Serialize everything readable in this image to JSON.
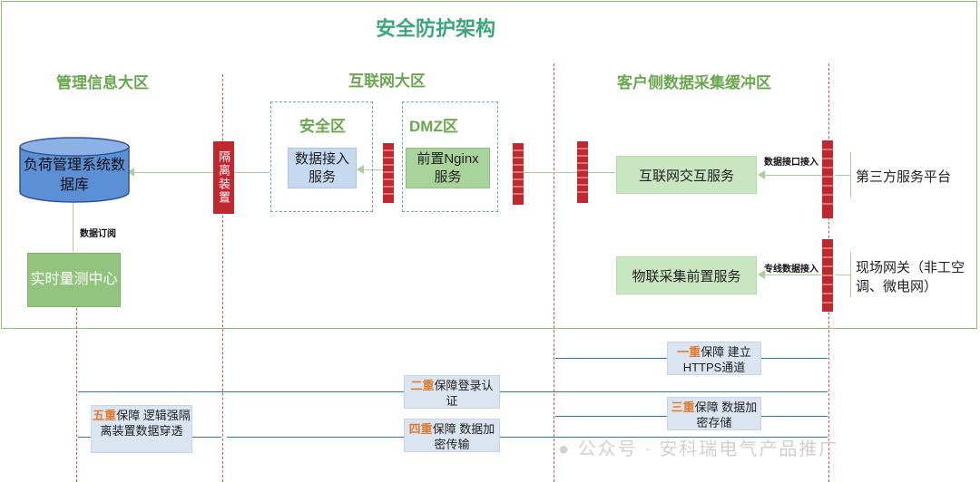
{
  "title": "安全防护架构",
  "zones": {
    "mgmt": "管理信息大区",
    "internet": "互联网大区",
    "buffer": "客户侧数据采集缓冲区"
  },
  "subzones": {
    "security": "安全区",
    "dmz": "DMZ区"
  },
  "nodes": {
    "database": "负荷管理系统数据库",
    "realtime": "实时量测中心",
    "isolation": "隔离装置",
    "data_access": "数据接入服务",
    "nginx": "前置Nginx服务",
    "internet_service": "互联网交互服务",
    "iot_service": "物联采集前置服务",
    "third_party": "第三方服务平台",
    "field_gateway": "现场网关（非工空调、微电网）"
  },
  "edge_labels": {
    "subscribe": "数据订阅",
    "api_access": "数据接口接入",
    "line_access": "专线数据接入"
  },
  "guarantees": {
    "g1": {
      "hl": "一重",
      "text": "保障  建立HTTPS通道"
    },
    "g2": {
      "hl": "二重",
      "text": "保障登录认证"
    },
    "g3": {
      "hl": "三重",
      "text": "保障  数据加密存储"
    },
    "g4": {
      "hl": "四重",
      "text": "保障  数据加密传输"
    },
    "g5": {
      "hl": "五重",
      "text": "保障  逻辑强隔离装置数据穿透"
    }
  },
  "watermark": "公众号 · 安科瑞电气产品推广",
  "colors": {
    "title": "#3aa67a",
    "zone": "#6aa84f",
    "firewall": "#c0282e",
    "arrow_blue": "#2e75b6",
    "highlight": "#e07a2f"
  }
}
